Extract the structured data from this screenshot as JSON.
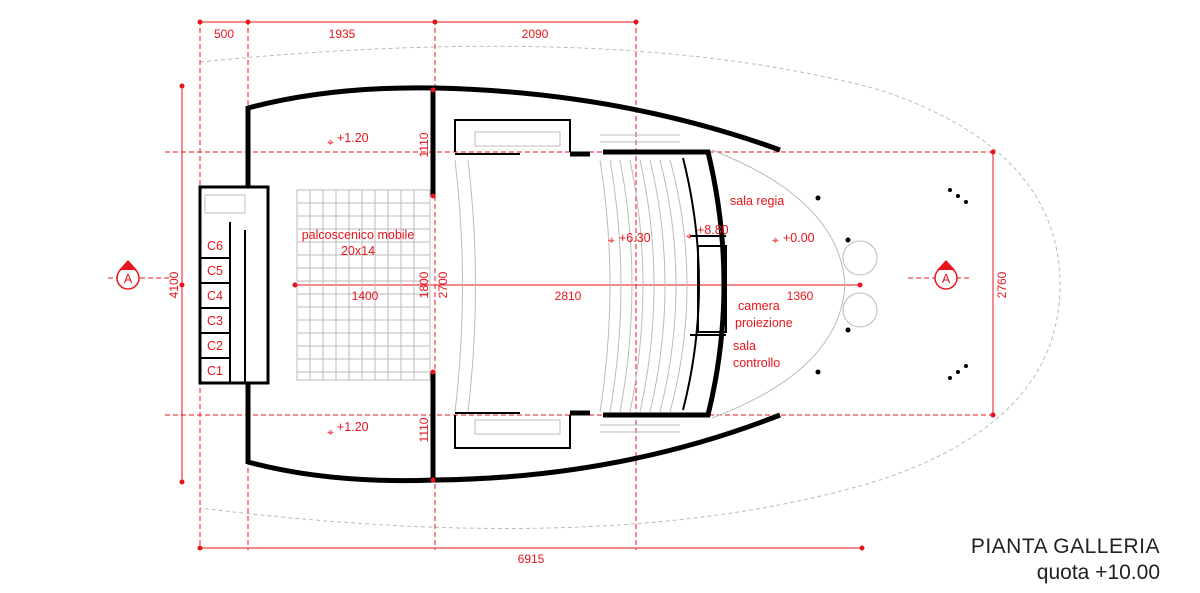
{
  "dimensions_top": [
    "500",
    "1935",
    "2090"
  ],
  "dimension_bottom": "6915",
  "dimension_left": "4100",
  "dimension_right": "2760",
  "dimensions_center_row": [
    "1400",
    "1800",
    "2700",
    "2810",
    "1360"
  ],
  "dimension_upper_1110": "1110",
  "dimension_lower_1110": "1110",
  "elevations": [
    "+1.20",
    "+1.20",
    "+6.30",
    "+8.80",
    "+0.00"
  ],
  "rooms": {
    "stage": [
      "palcoscenico mobile",
      "20x14"
    ],
    "sala_regia": "sala regia",
    "camera": [
      "camera",
      "proiezione"
    ],
    "sala_controllo": [
      "sala",
      "controllo"
    ],
    "cabins": [
      "C6",
      "C5",
      "C4",
      "C3",
      "C2",
      "C1"
    ]
  },
  "section_marker": "A",
  "title": {
    "name": "PIANTA GALLERIA",
    "level": "quota +10.00"
  },
  "colors": {
    "annotation": "#e8141c",
    "wall": "#000000",
    "grid": "#bbbbbb"
  }
}
